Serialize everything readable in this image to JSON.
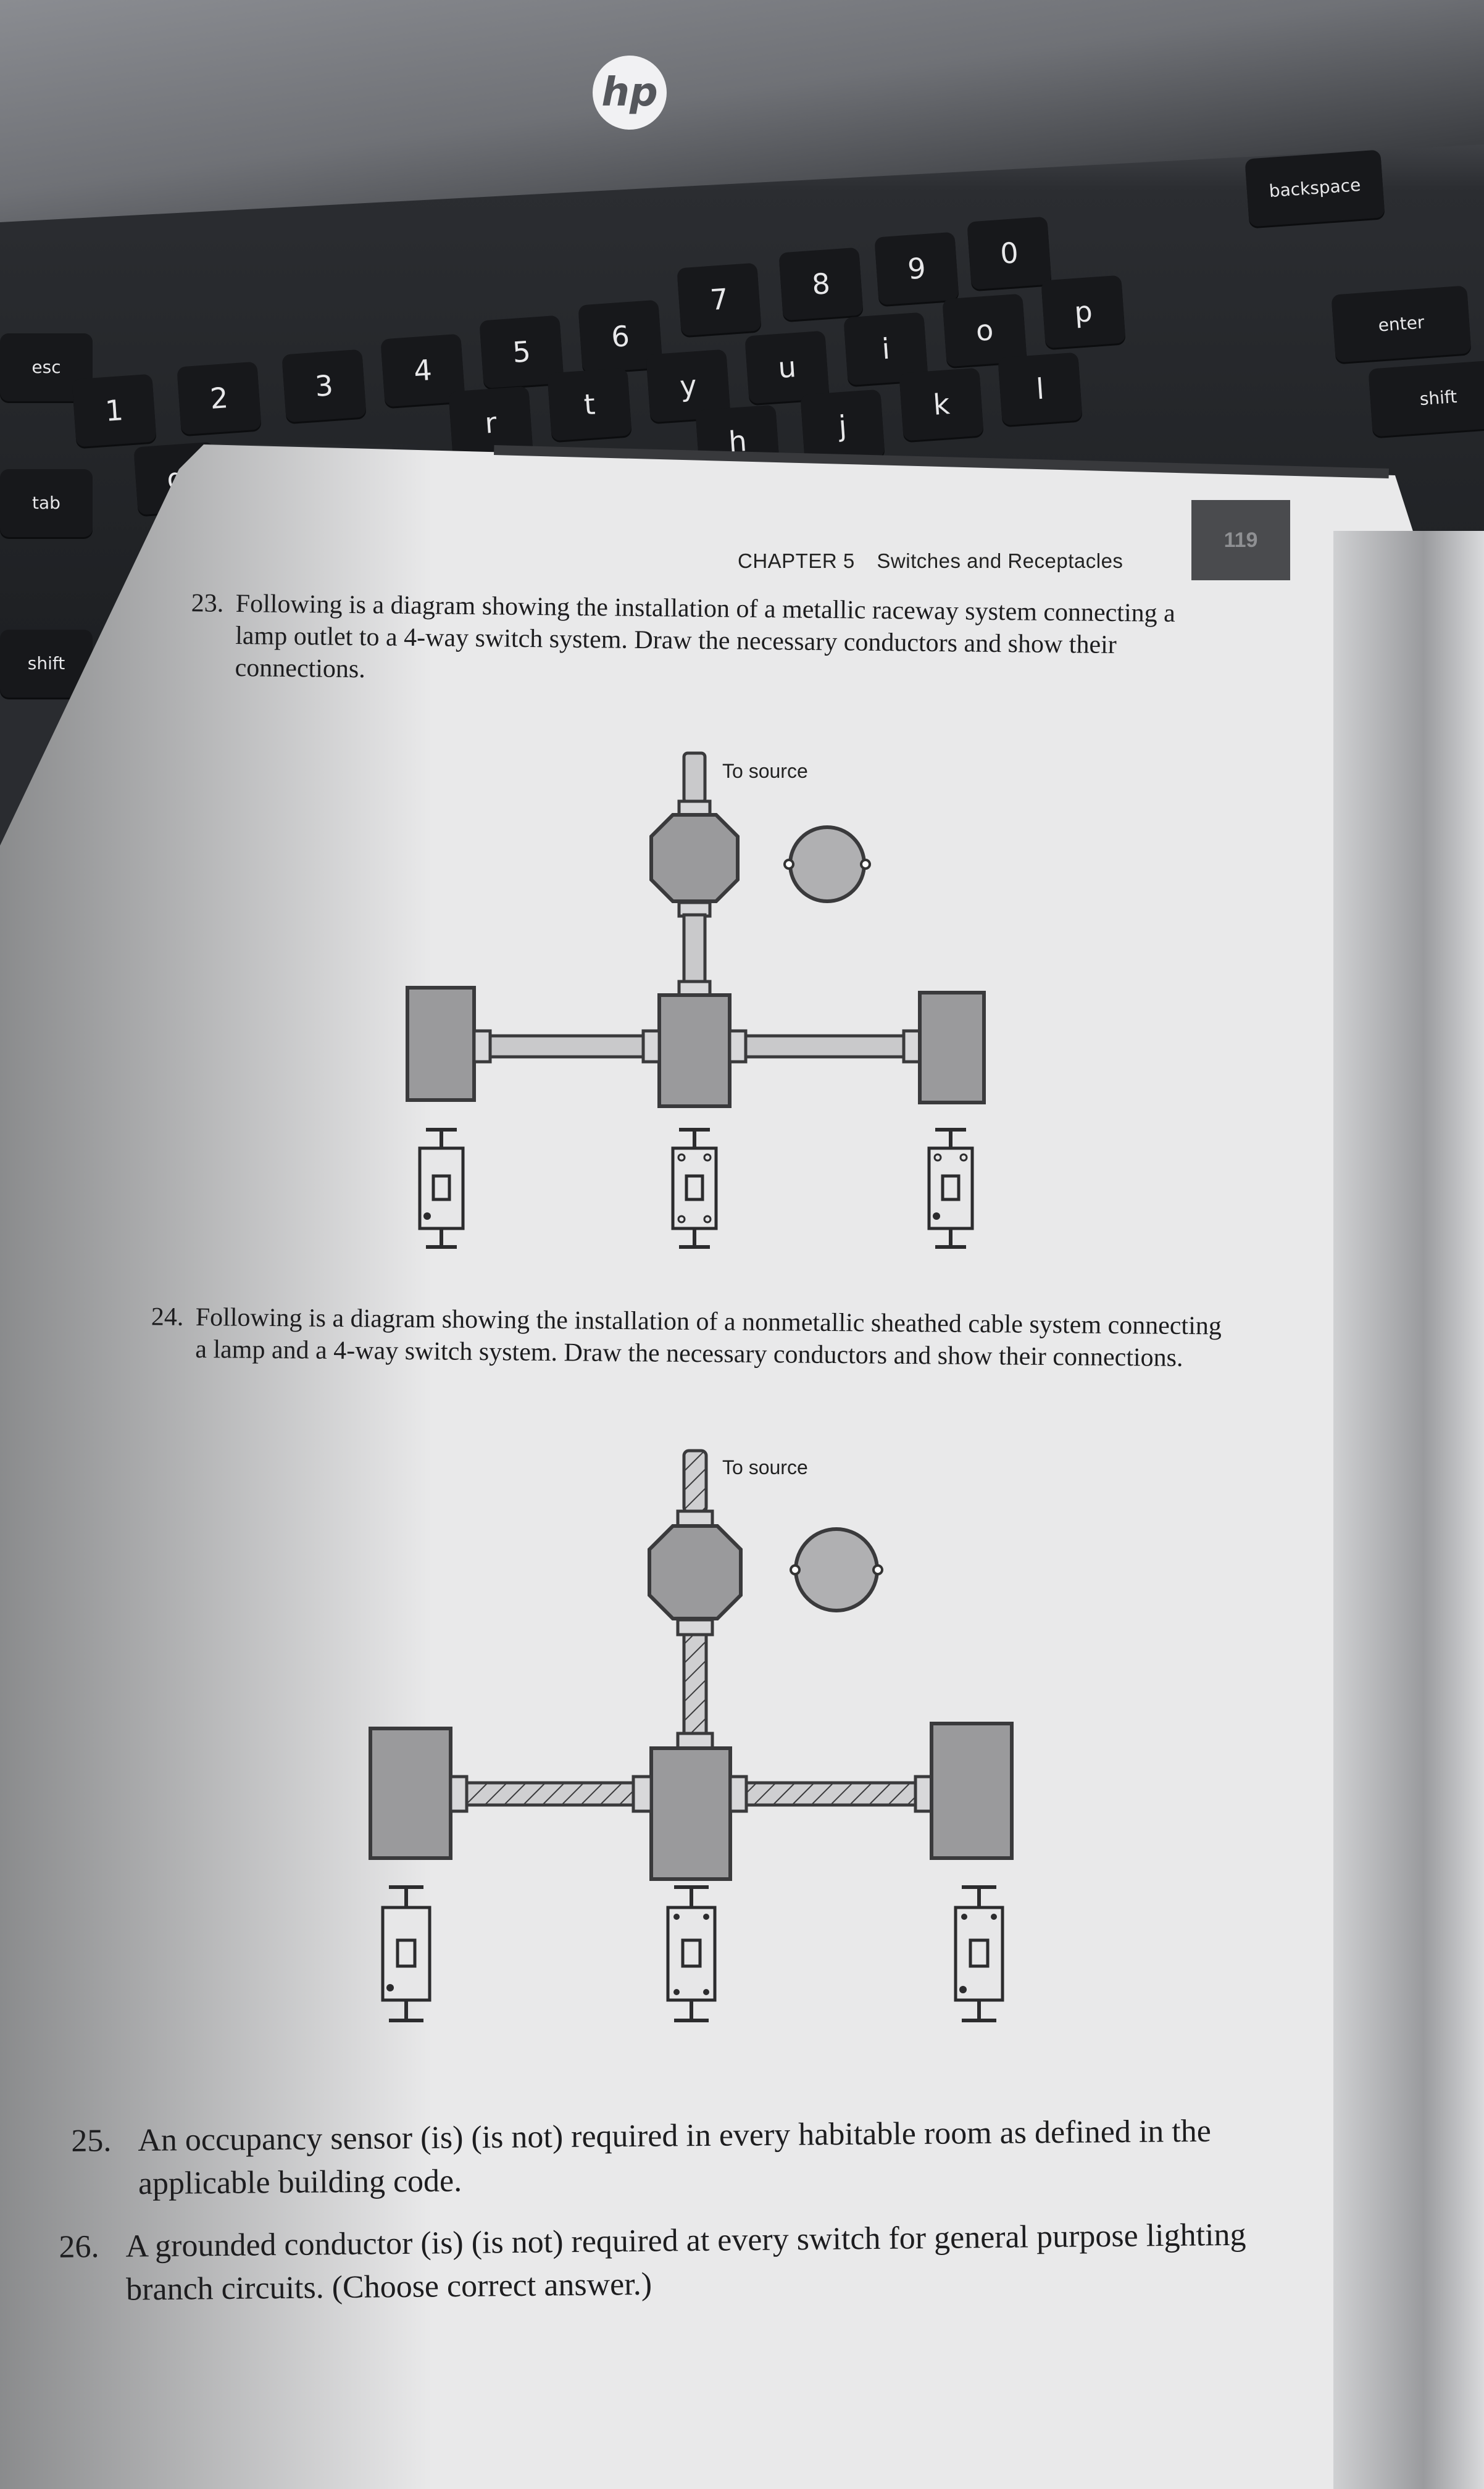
{
  "laptop": {
    "brand_logo": "hp",
    "keys": [
      "esc",
      "tab",
      "shift",
      "backspace",
      "enter",
      "shift",
      "1",
      "2",
      "3",
      "4",
      "5",
      "6",
      "7",
      "8",
      "9",
      "0",
      "q",
      "t",
      "y",
      "u",
      "i",
      "o",
      "p",
      "h",
      "j",
      "k",
      "l",
      "r"
    ]
  },
  "page": {
    "chapter_label": "CHAPTER 5",
    "chapter_title": "Switches and Receptacles",
    "page_number": "119"
  },
  "questions": [
    {
      "number": "23.",
      "text": "Following is a diagram showing the installation of a metallic raceway system connecting a lamp outlet to a 4-way switch system. Draw the necessary conductors and show their connections."
    },
    {
      "number": "24.",
      "text": "Following is a diagram showing the installation of a nonmetallic sheathed cable system connecting a lamp and a 4-way switch system. Draw the necessary conductors and show their connections."
    },
    {
      "number": "25.",
      "text": "An occupancy sensor (is) (is not) required in every habitable room as defined in the applicable building code."
    },
    {
      "number": "26.",
      "text": "A grounded conductor (is) (is not) required at every switch for general purpose lighting branch circuits. (Choose correct answer.)"
    }
  ],
  "diagrams": [
    {
      "label": "To source",
      "wiring": "metallic raceway"
    },
    {
      "label": "To source",
      "wiring": "nonmetallic sheathed cable"
    }
  ],
  "colors": {
    "paper": "#e9e9ea",
    "ink": "#1d1d1f",
    "box_gray": "#9a9a9c",
    "keyboard": "#17181b"
  }
}
